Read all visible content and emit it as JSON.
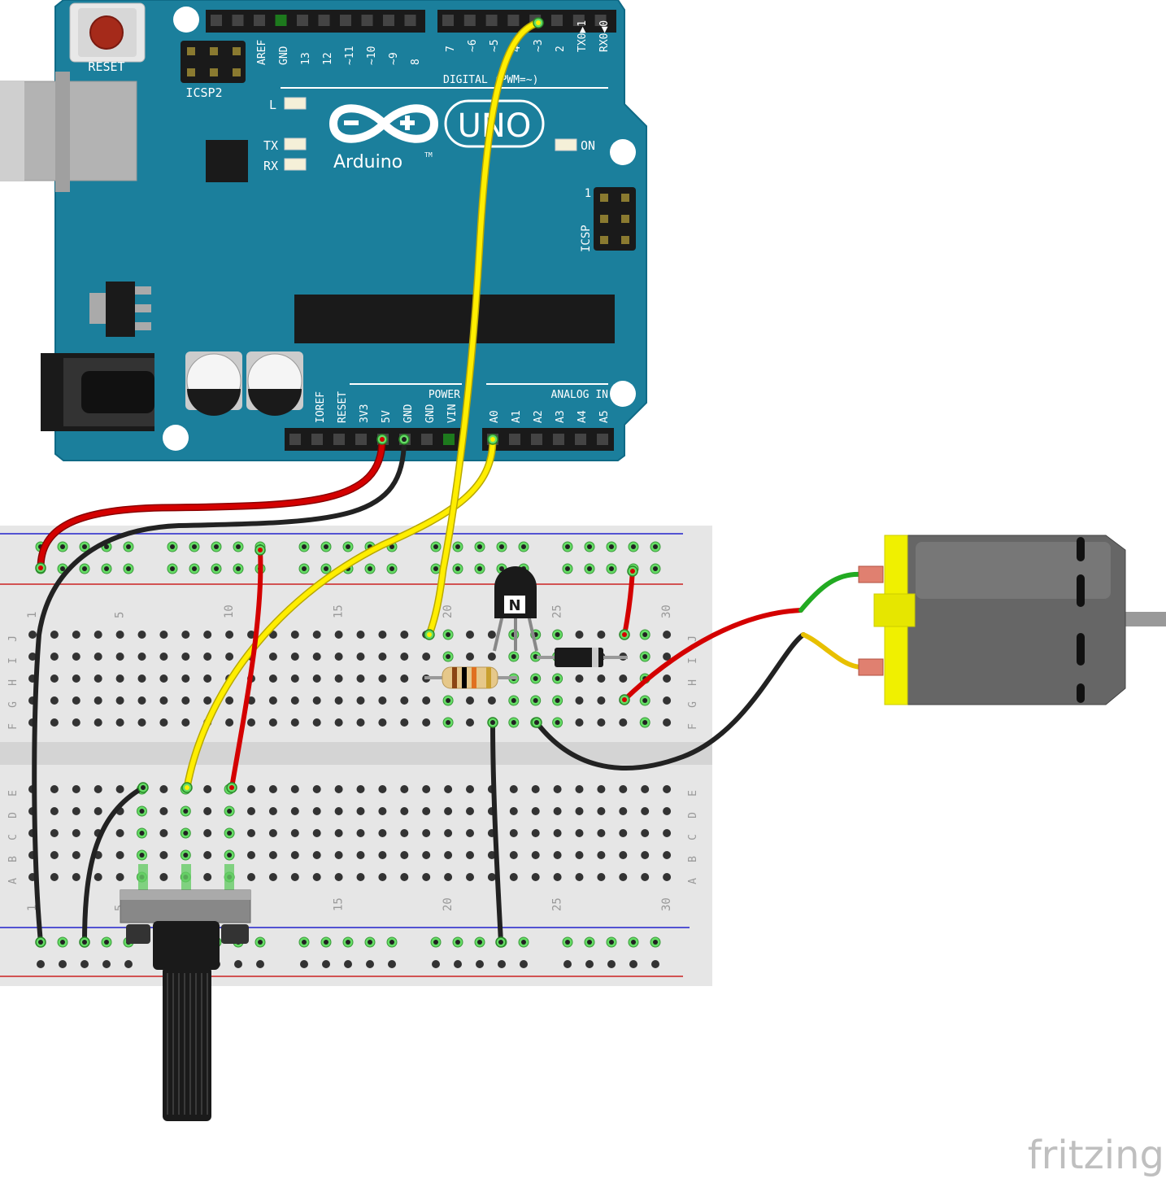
{
  "board": {
    "reset_label": "RESET",
    "icsp2_label": "ICSP2",
    "icsp_label": "ICSP",
    "icsp_pin1": "1",
    "digital_label": "DIGITAL (PWM=~)",
    "led_l": "L",
    "led_tx": "TX",
    "led_rx": "RX",
    "led_on": "ON",
    "logo_text": "Arduino",
    "logo_tm": "TM",
    "model": "UNO",
    "power_label": "POWER",
    "analog_label": "ANALOG IN",
    "top_left_pins": [
      "AREF",
      "GND",
      "13",
      "12",
      "~11",
      "~10",
      "~9",
      "8"
    ],
    "top_right_pins": [
      "7",
      "~6",
      "~5",
      "4",
      "~3",
      "2",
      "TX0▶1",
      "RX0◀0"
    ],
    "power_pins": [
      "IOREF",
      "RESET",
      "3V3",
      "5V",
      "GND",
      "GND",
      "VIN"
    ],
    "analog_pins": [
      "A0",
      "A1",
      "A2",
      "A3",
      "A4",
      "A5"
    ]
  },
  "breadboard": {
    "column_numbers": [
      "1",
      "5",
      "10",
      "15",
      "20",
      "25",
      "30"
    ],
    "rows_top": [
      "J",
      "I",
      "H",
      "G",
      "F"
    ],
    "rows_bottom": [
      "E",
      "D",
      "C",
      "B",
      "A"
    ]
  },
  "components": {
    "transistor_label": "N"
  },
  "watermark": "fritzing",
  "colors": {
    "board": "#1b7f9c",
    "board_dark": "#0f6a86",
    "wire_red": "#d40000",
    "wire_black": "#222222",
    "wire_yellow": "#ffee00",
    "wire_green": "#22aa22",
    "motor_yellow": "#f0f000",
    "motor_body": "#666666",
    "breadboard": "#e6e6e6"
  }
}
